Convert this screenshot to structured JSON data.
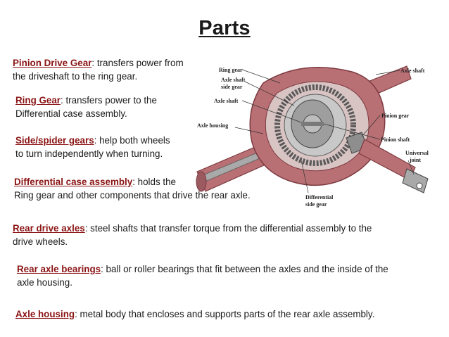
{
  "title": "Parts",
  "items": [
    {
      "term": "Pinion Drive Gear",
      "line1": ": transfers power from",
      "line2": "the driveshaft to the ring gear."
    },
    {
      "term": "Ring Gear",
      "line1": ": transfers power to the",
      "line2": "Differential case assembly."
    },
    {
      "term": "Side/spider gears",
      "line1": ": help both wheels",
      "line2": "to turn independently when turning."
    },
    {
      "term": "Differential case assembly",
      "line1": ": holds the",
      "line2": "Ring gear and other components that drive the rear axle."
    },
    {
      "term": "Rear drive axles",
      "line1": ": steel shafts that transfer torque from the differential assembly to the",
      "line2": "drive wheels."
    },
    {
      "term": "Rear axle bearings",
      "line1": ": ball or roller bearings that fit between the axles and the inside of the",
      "line2": "axle housing."
    },
    {
      "term": "Axle housing",
      "line1": ": metal body that encloses and supports parts of the rear axle assembly."
    }
  ],
  "figure": {
    "labels": {
      "ring_gear": "Ring gear",
      "axle_shaft_side_gear_1": "Axle shaft",
      "axle_shaft_side_gear_2": "side gear",
      "axle_shaft_top": "Axle shaft",
      "axle_shaft_left": "Axle shaft",
      "axle_housing": "Axle housing",
      "pinion_gear": "Pinion gear",
      "pinion_shaft": "Pinion shaft",
      "universal_1": "Universal",
      "universal_2": "joint",
      "differential_side_gear_1": "Differential",
      "differential_side_gear_2": "side gear"
    },
    "colors": {
      "housing": "#b87074",
      "housing_dark": "#7d3a40",
      "metal": "#a9a9a9",
      "metal_dark": "#5a5a5a"
    }
  }
}
